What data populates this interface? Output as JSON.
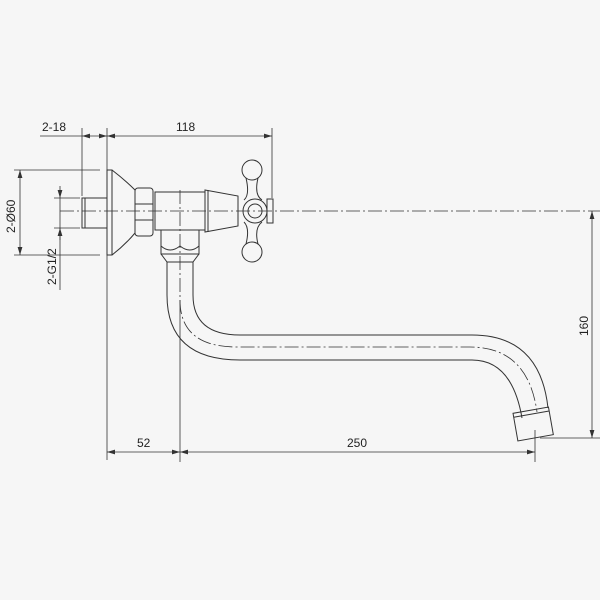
{
  "drawing": {
    "dimensions": {
      "wall_offset": "2-18",
      "valve_length": "118",
      "flange_diameter": "2-Ø60",
      "thread": "2-G1/2",
      "spout_offset": "52",
      "spout_reach": "250",
      "spout_height": "160"
    },
    "line_color": "#333333",
    "background_color": "#f6f6f6"
  }
}
